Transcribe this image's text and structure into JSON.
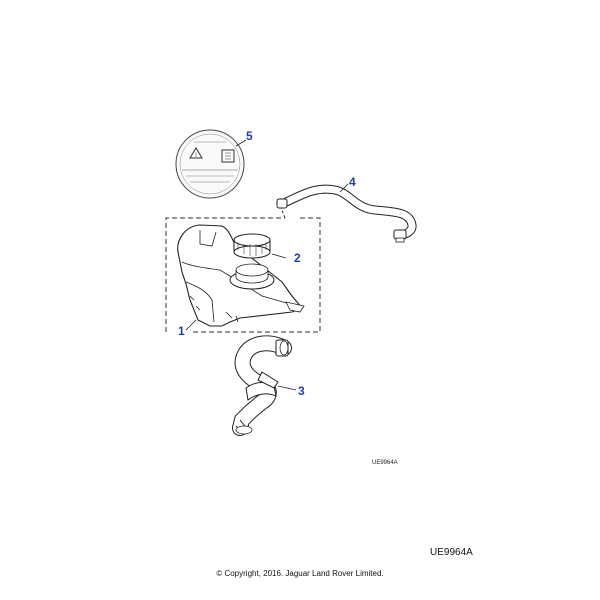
{
  "diagram": {
    "callouts": {
      "p1": "1",
      "p2": "2",
      "p3": "3",
      "p4": "4",
      "p5": "5"
    },
    "reference_small": "UE9964A",
    "reference_large": "UE9964A",
    "copyright": "© Copyright, 2016. Jaguar Land Rover Limited."
  },
  "colors": {
    "callout": "#1f3fa6",
    "line": "#222222"
  }
}
